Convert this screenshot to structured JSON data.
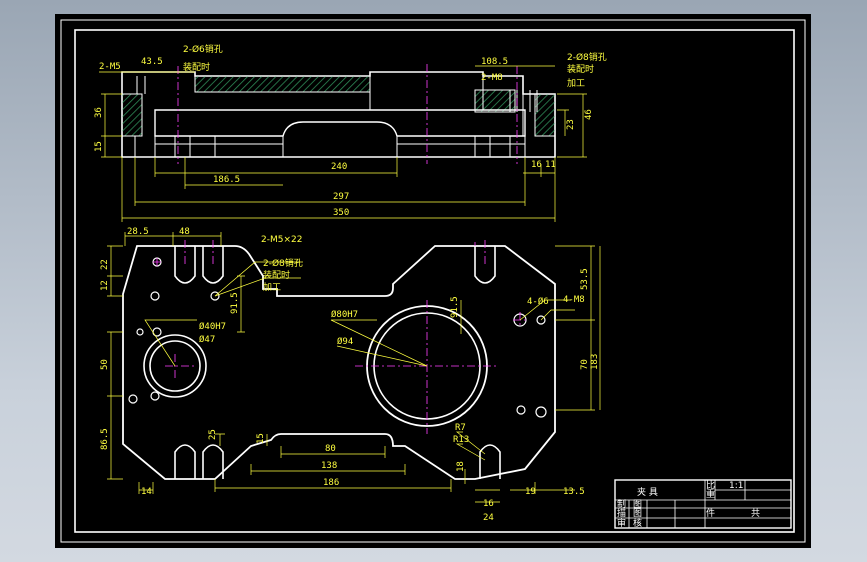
{
  "drawing": {
    "colors": {
      "outline": "#ffffff",
      "dimension": "#ffff40",
      "center": "#ff40ff",
      "hatch": "#2e8b57",
      "frame": "#ffffff"
    },
    "top_view": {
      "dims": {
        "left_tap": "2-M5",
        "d43": "43.5",
        "pin_hole": "2-Ø6销孔",
        "pin_note": "装配时",
        "d108": "108.5",
        "right_pin": "2-Ø8销孔",
        "right_note": "装配时",
        "right_note2": "加工",
        "right_tap": "2-M8",
        "h36": "36",
        "h15": "15",
        "h23": "23",
        "h46": "46",
        "w240": "240",
        "w186": "186.5",
        "w297": "297",
        "w350": "350",
        "w16": "16",
        "w11": "11"
      }
    },
    "plan_view": {
      "dims": {
        "d28": "28.5",
        "d48": "48",
        "tap": "2-M5×22",
        "pin": "2-Ø8销孔",
        "pin_note": "装配时",
        "pin_note2": "加工",
        "h22": "22",
        "h12": "12",
        "h91": "91.5",
        "bore_small": "Ø40H7",
        "bore_small2": "Ø47",
        "bore_large": "Ø80H7",
        "bore_large2": "Ø94",
        "v91": "91.5",
        "holes": "4-Ø6",
        "taps": "4-M8",
        "v53": "53.5",
        "v70": "70",
        "v183": "183",
        "h50": "50",
        "h86": "86.5",
        "h25": "25",
        "h15": "15",
        "w80": "80",
        "w138": "138",
        "w186": "186",
        "w14": "14",
        "r7": "R7",
        "r13": "R13",
        "h18": "18",
        "w16": "16",
        "w24": "24",
        "w19": "19",
        "w13": "13.5"
      }
    },
    "title_block": {
      "name": "夹 具",
      "scale_label": "比",
      "scale_value": "1:1",
      "r1": "制",
      "r1b": "图",
      "r2": "描",
      "r2b": "图",
      "r3": "审",
      "r3b": "核",
      "qty_label": "重",
      "mat_label": "件",
      "sheet_label": "共"
    }
  }
}
